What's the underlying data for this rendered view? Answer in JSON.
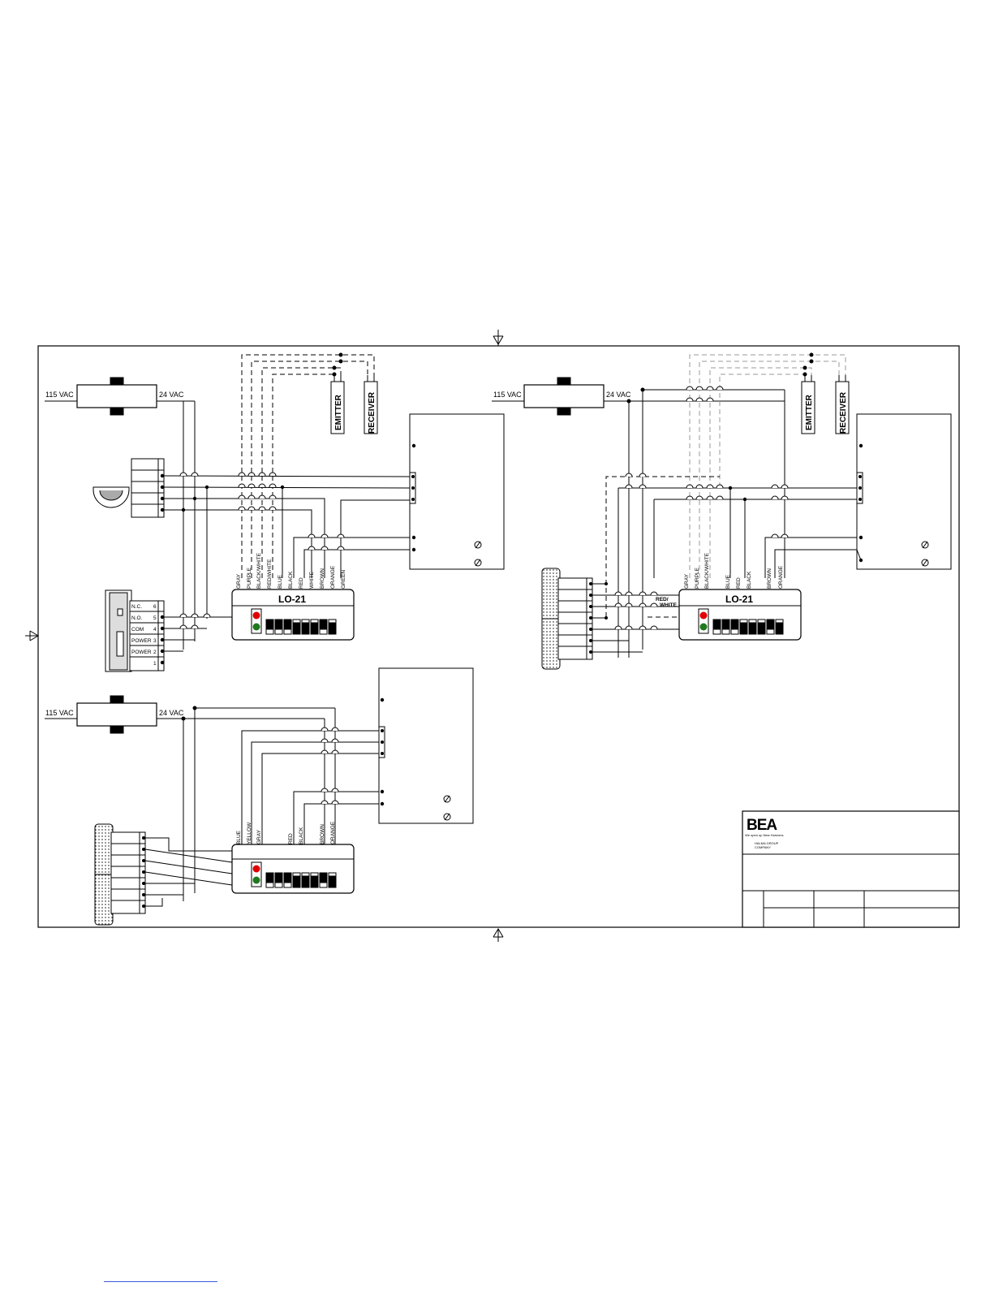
{
  "supply": {
    "in_label": "115 VAC",
    "out_label": "24  VAC"
  },
  "sensors": {
    "emitter": "EMITTER",
    "receiver": "RECEIVER"
  },
  "module": {
    "name": "LO-21"
  },
  "terminal_labels": [
    "N.C.",
    "N.O.",
    "COM",
    "POWER",
    "POWER"
  ],
  "terminal_numbers": [
    "6",
    "5",
    "4",
    "3",
    "2",
    "1"
  ],
  "wires_top_left": [
    "GRAY",
    "PURPLE",
    "BLACK/WHITE",
    "RED/WHITE",
    "BLUE",
    "BLACK",
    "RED",
    "WHITE",
    "BROWN",
    "ORANGE",
    "GREEN"
  ],
  "wires_top_right": [
    "GRAY",
    "PURPLE",
    "BLACK/WHITE",
    "BLUE",
    "RED",
    "BLACK",
    "BROWN",
    "ORANGE"
  ],
  "wire_side_label": [
    "RED/",
    "WHITE"
  ],
  "wires_bottom": [
    "BLUE",
    "YELLOW",
    "GRAY",
    "RED",
    "BLACK",
    "BROWN",
    "ORANGE"
  ],
  "title_block": {
    "logo": "BEA",
    "tagline": "We open up New Horizons",
    "group": "HALMA GROUP",
    "group_sub": "COMPANY"
  },
  "colors": {
    "led_red": "#e00000",
    "led_green": "#1f7a1f",
    "line": "#000000",
    "dashed_gray": "#999999"
  }
}
